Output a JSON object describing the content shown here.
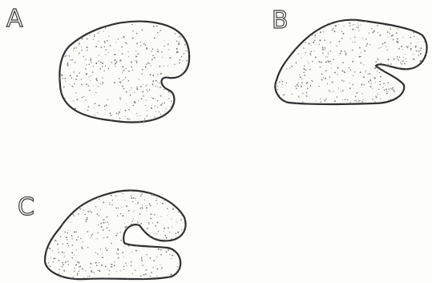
{
  "figure": {
    "labels": {
      "a": "A",
      "b": "B",
      "c": "C"
    },
    "stipple_color": "#7a7a7a",
    "outline_color": "#2f2f2f",
    "background_color": "#fdfdfb"
  }
}
